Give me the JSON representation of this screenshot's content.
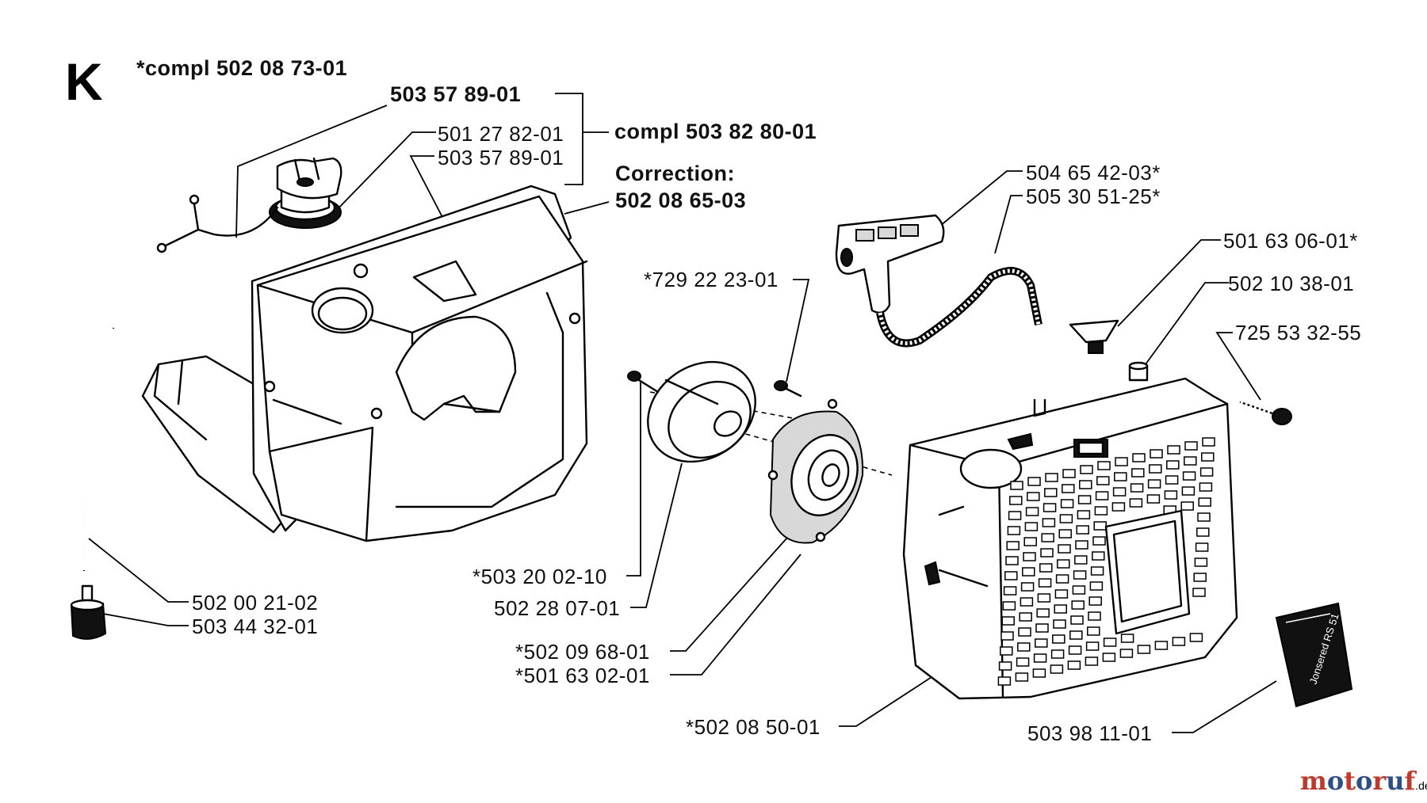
{
  "section_letter": "K",
  "labels": {
    "compl_top": "*compl 502 08 73-01",
    "cap_assy": "503 57 89-01",
    "seal": "501 27 82-01",
    "tank_gasket": "503 57 89-01",
    "compl_tank": "compl 503 82 80-01",
    "correction_title": "Correction:",
    "correction_part": "502 08 65-03",
    "handle": "504 65 42-03*",
    "cord": "505 30 51-25*",
    "grommet": "501 63 06-01*",
    "bushing": "502 10 38-01",
    "screw_cover": "725 53 32-55",
    "screw_pulley": "*729 22 23-01",
    "pulley": "*503 20 02-10",
    "pawl": "502 28 07-01",
    "spring": "*502 09 68-01",
    "housing": "*501 63 02-01",
    "cover": "*502 08 50-01",
    "decal": "503 98 11-01",
    "hose": "502 00 21-02",
    "filter": "503 44 32-01"
  },
  "decal_text": "Jonsered RS 51",
  "watermark": {
    "text": "motoruf",
    "suffix": ".de",
    "colors": [
      "#c0392b",
      "#2c4f8a"
    ]
  }
}
